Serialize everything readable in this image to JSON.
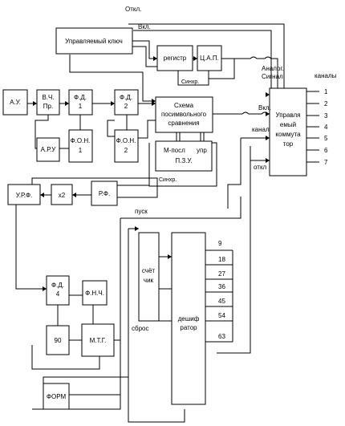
{
  "blocks": {
    "upravl_klyuch": "Управляемый ключ",
    "registr": "регистр",
    "cap": "Ц.А.П.",
    "au": "А.У.",
    "vch_l1": "В.Ч.",
    "vch_l2": "Пр.",
    "fd1_l1": "Ф.Д.",
    "fd1_l2": "1",
    "fd2_l1": "Ф.Д.",
    "fd2_l2": "2",
    "arу": "А.Р.У",
    "fon1_l1": "Ф.О.Н.",
    "fon1_l2": "1",
    "fon2_l1": "Ф.О.Н.",
    "fon2_l2": "2",
    "scheme_l1": "Схема",
    "scheme_l2": "посимвольного",
    "scheme_l3": "сравнения",
    "mposl": "М-посл",
    "upr": "упр",
    "pzu": "П.З.У.",
    "urf": "У.Р.Ф.",
    "x2": "х2",
    "rf": "Р.Ф.",
    "fd4_l1": "Ф.Д.",
    "fd4_l2": "4",
    "fnch": "Ф.Н.Ч.",
    "b90": "90",
    "mtg": "М.Т.Г.",
    "form": "ФОРМ",
    "counter_l1": "счёт",
    "counter_l2": "чик",
    "decoder_l1": "дешиф",
    "decoder_l2": "ратор",
    "switch_l1": "Управля",
    "switch_l2": "емый",
    "switch_l3": "коммута",
    "switch_l4": "тор"
  },
  "labels": {
    "otkl_top": "Откл.",
    "vkl_top": "Вкл.",
    "sinhr1": "Синхр.",
    "sinhr2": "Синхр.",
    "analog_l1": "Аналог.",
    "analog_l2": "Сигнал.",
    "kanaly": "каналы",
    "vkl_mid": "Вкл.",
    "kanal": "канал",
    "otkl_bottom": "откл",
    "pusk": "пуск",
    "sbros": "сброс"
  },
  "channels": [
    "1",
    "2",
    "3",
    "4",
    "5",
    "6",
    "7"
  ],
  "decoder_outputs": [
    "9",
    "18",
    "27",
    "36",
    "45",
    "54",
    "63"
  ]
}
